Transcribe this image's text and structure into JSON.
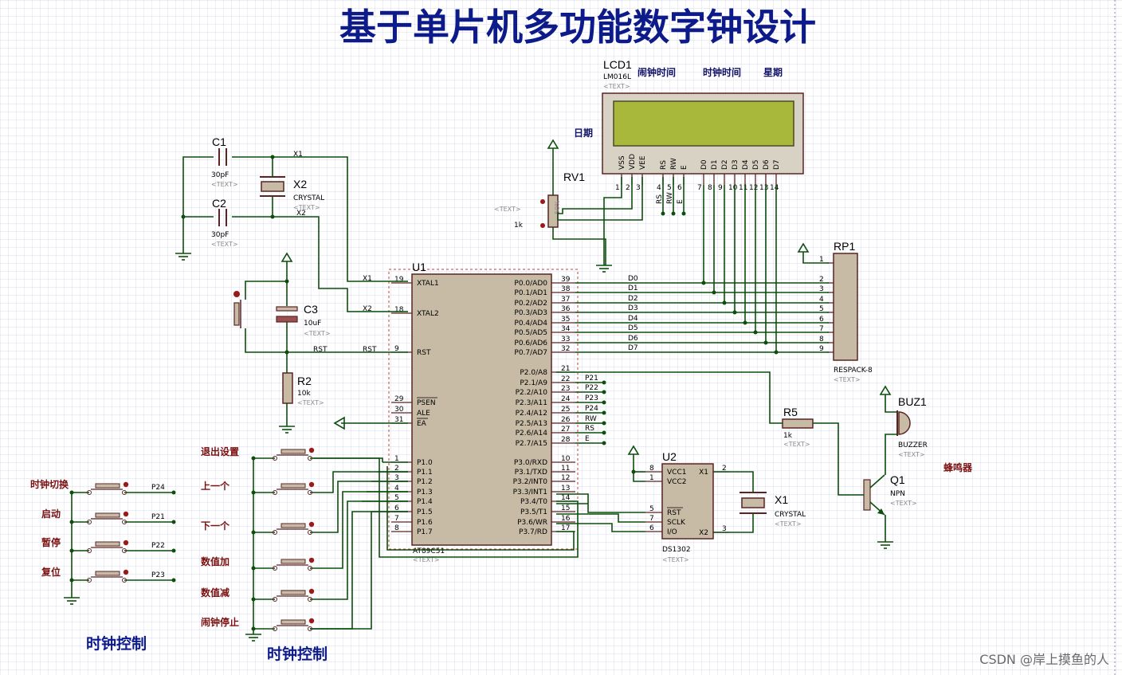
{
  "title": "基于单片机多功能数字钟设计",
  "watermark": "CSDN @岸上摸鱼的人",
  "text_placeholder": "<TEXT>",
  "lcd": {
    "ref": "LCD1",
    "model": "LM016L",
    "labels": [
      "闹钟时间",
      "时钟时间",
      "星期",
      "日期"
    ],
    "pin_names": [
      "VSS",
      "VDD",
      "VEE",
      "RS",
      "RW",
      "E",
      "D0",
      "D1",
      "D2",
      "D3",
      "D4",
      "D5",
      "D6",
      "D7"
    ],
    "pin_numbers": [
      "1",
      "2",
      "3",
      "4",
      "5",
      "6",
      "7",
      "8",
      "9",
      "10",
      "11",
      "12",
      "13",
      "14"
    ],
    "ctl_nets": [
      "RS",
      "RW",
      "E"
    ]
  },
  "rv1": {
    "ref": "RV1",
    "value": "1k"
  },
  "c1": {
    "ref": "C1",
    "value": "30pF"
  },
  "c2": {
    "ref": "C2",
    "value": "30pF"
  },
  "x2": {
    "ref": "X2",
    "value": "CRYSTAL"
  },
  "c3": {
    "ref": "C3",
    "value": "10uF"
  },
  "r2": {
    "ref": "R2",
    "value": "10k"
  },
  "r5": {
    "ref": "R5",
    "value": "1k"
  },
  "rp1": {
    "ref": "RP1",
    "value": "RESPACK-8",
    "pins": [
      "1",
      "2",
      "3",
      "4",
      "5",
      "6",
      "7",
      "8",
      "9"
    ]
  },
  "buz1": {
    "ref": "BUZ1",
    "value": "BUZZER",
    "label": "蜂鸣器"
  },
  "q1": {
    "ref": "Q1",
    "value": "NPN"
  },
  "u2": {
    "ref": "U2",
    "value": "DS1302",
    "pins_left": [
      "VCC1",
      "VCC2",
      "RST",
      "SCLK",
      "I/O"
    ],
    "pins_left_num": [
      "8",
      "1",
      "5",
      "7",
      "6"
    ],
    "pins_right": [
      "X1",
      "X2"
    ],
    "pins_right_num": [
      "2",
      "3"
    ]
  },
  "x1": {
    "ref": "X1",
    "value": "CRYSTAL"
  },
  "u1": {
    "ref": "U1",
    "value": "AT89C51",
    "left_pins": [
      {
        "num": "19",
        "name": "XTAL1"
      },
      {
        "num": "18",
        "name": "XTAL2"
      },
      {
        "num": "9",
        "name": "RST"
      },
      {
        "num": "29",
        "name": "PSEN"
      },
      {
        "num": "30",
        "name": "ALE"
      },
      {
        "num": "31",
        "name": "EA"
      },
      {
        "num": "1",
        "name": "P1.0"
      },
      {
        "num": "2",
        "name": "P1.1"
      },
      {
        "num": "3",
        "name": "P1.2"
      },
      {
        "num": "4",
        "name": "P1.3"
      },
      {
        "num": "5",
        "name": "P1.4"
      },
      {
        "num": "6",
        "name": "P1.5"
      },
      {
        "num": "7",
        "name": "P1.6"
      },
      {
        "num": "8",
        "name": "P1.7"
      }
    ],
    "right_pins": [
      {
        "num": "39",
        "name": "P0.0/AD0"
      },
      {
        "num": "38",
        "name": "P0.1/AD1"
      },
      {
        "num": "37",
        "name": "P0.2/AD2"
      },
      {
        "num": "36",
        "name": "P0.3/AD3"
      },
      {
        "num": "35",
        "name": "P0.4/AD4"
      },
      {
        "num": "34",
        "name": "P0.5/AD5"
      },
      {
        "num": "33",
        "name": "P0.6/AD6"
      },
      {
        "num": "32",
        "name": "P0.7/AD7"
      },
      {
        "num": "21",
        "name": "P2.0/A8"
      },
      {
        "num": "22",
        "name": "P2.1/A9"
      },
      {
        "num": "23",
        "name": "P2.2/A10"
      },
      {
        "num": "24",
        "name": "P2.3/A11"
      },
      {
        "num": "25",
        "name": "P2.4/A12"
      },
      {
        "num": "26",
        "name": "P2.5/A13"
      },
      {
        "num": "27",
        "name": "P2.6/A14"
      },
      {
        "num": "28",
        "name": "P2.7/A15"
      },
      {
        "num": "10",
        "name": "P3.0/RXD"
      },
      {
        "num": "11",
        "name": "P3.1/TXD"
      },
      {
        "num": "12",
        "name": "P3.2/INT0"
      },
      {
        "num": "13",
        "name": "P3.3/INT1"
      },
      {
        "num": "14",
        "name": "P3.4/T0"
      },
      {
        "num": "15",
        "name": "P3.5/T1"
      },
      {
        "num": "16",
        "name": "P3.6/WR"
      },
      {
        "num": "17",
        "name": "P3.7/RD"
      }
    ]
  },
  "nets": {
    "x1": "X1",
    "x2": "X2",
    "rst": "RST",
    "p0": [
      "D0",
      "D1",
      "D2",
      "D3",
      "D4",
      "D5",
      "D6",
      "D7"
    ],
    "p2": [
      "P21",
      "P22",
      "P23",
      "P24",
      "RW",
      "RS",
      "E"
    ]
  },
  "left_buttons": [
    {
      "label": "时钟切换",
      "net": "P24"
    },
    {
      "label": "启动",
      "net": "P21"
    },
    {
      "label": "暂停",
      "net": "P22"
    },
    {
      "label": "复位",
      "net": "P23"
    }
  ],
  "left_caption": "时钟控制",
  "mid_buttons": [
    "退出设置",
    "上一个",
    "下一个",
    "数值加",
    "数值减",
    "闹钟停止"
  ],
  "mid_caption": "时钟控制"
}
